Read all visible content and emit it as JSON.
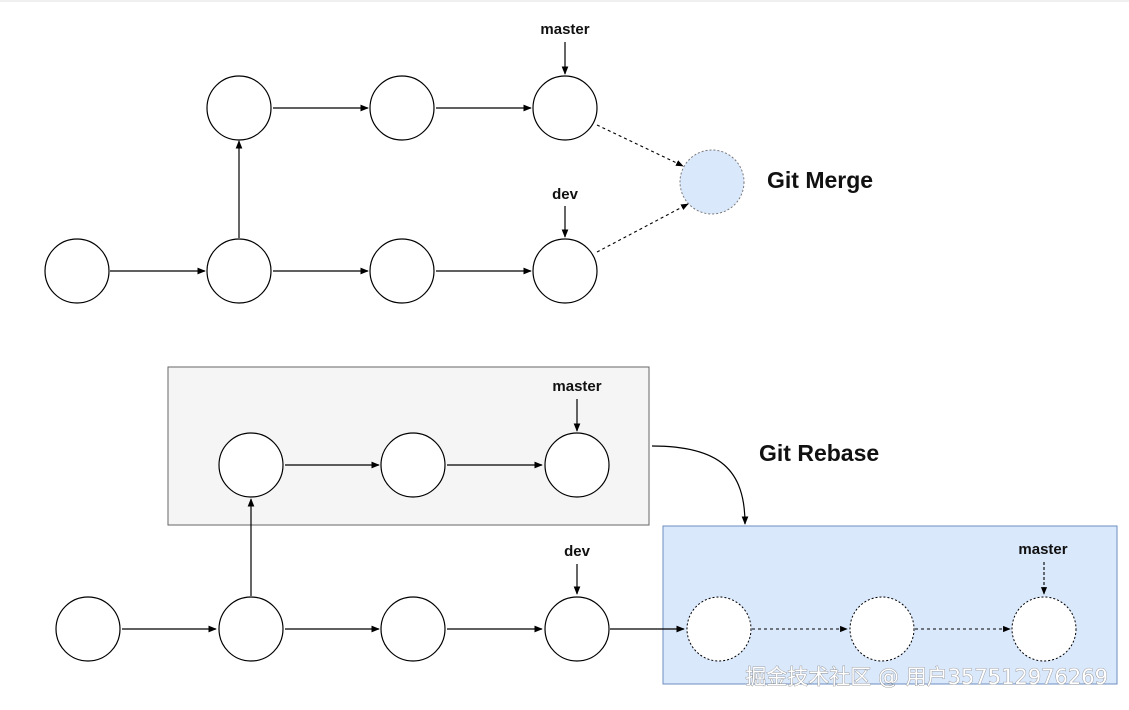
{
  "merge": {
    "title": "Git Merge",
    "master_label": "master",
    "dev_label": "dev"
  },
  "rebase": {
    "title": "Git Rebase",
    "box_master_label": "master",
    "dev_label": "dev",
    "result_master_label": "master"
  },
  "watermark": "掘金技术社区 @ 用户357512976269",
  "colors": {
    "stroke": "#000000",
    "merge_node_fill": "#dae8fc",
    "rebase_box_fill": "#f5f5f5",
    "rebase_box_stroke": "#666666",
    "result_box_fill": "#dae8fc",
    "result_box_stroke": "#6c8ebf"
  }
}
